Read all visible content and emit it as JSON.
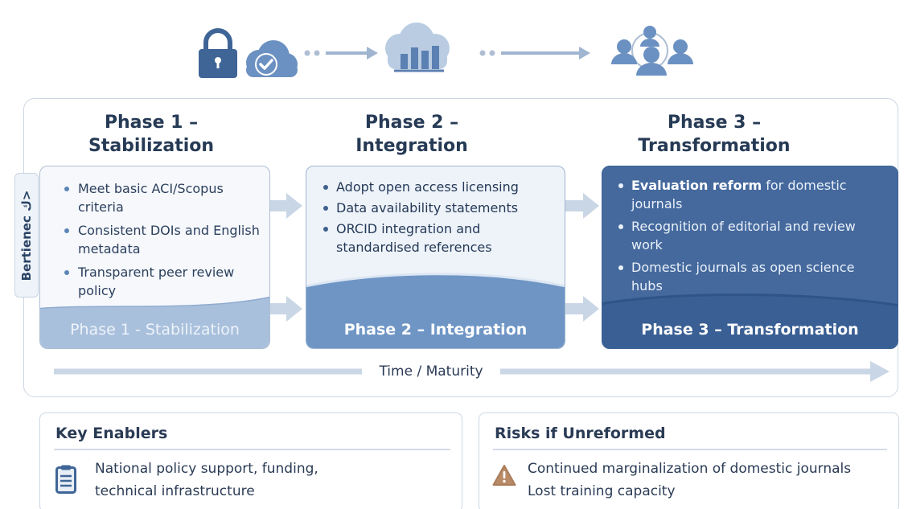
{
  "phases": [
    {
      "title_line1": "Phase 1 –",
      "title_line2": "Stabilization",
      "bullets": [
        "Meet basic ACI/Scopus criteria",
        "Consistent DOIs and English metadata",
        "Transparent peer review policy"
      ],
      "footer": "Phase 1 - Stabilization"
    },
    {
      "title_line1": "Phase 2 –",
      "title_line2": "Integration",
      "bullets": [
        "Adopt open access licensing",
        "Data availability statements",
        "ORCID integration and standardised references"
      ],
      "footer": "Phase 2 – Integration"
    },
    {
      "title_line1": "Phase 3 –",
      "title_line2": "Transformation",
      "bullet1_bold": "Evaluation reform",
      "bullet1_rest": " for domestic journals",
      "bullets": [
        "Recognition of editorial and review work",
        "Domestic journals as open science hubs"
      ],
      "footer": "Phase 3 – Transformation"
    }
  ],
  "side_label": "Bertienec ك>",
  "axis_label": "Time / Maturity",
  "key_enablers": {
    "title": "Key Enablers",
    "line1": "National policy support, funding,",
    "line2": "technical infrastructure"
  },
  "risks": {
    "title": "Risks if Unreformed",
    "line1": "Continued marginalization of domestic journals",
    "line2": "Lost training capacity"
  },
  "icons": [
    "lock-icon",
    "cloud-check-icon",
    "cloud-chart-icon",
    "people-network-icon",
    "clipboard-icon",
    "warning-icon"
  ],
  "colors": {
    "accent_dark": "#45699d",
    "accent_mid": "#6b91c2",
    "accent_light": "#b9cce2",
    "warning": "#b98a66"
  }
}
